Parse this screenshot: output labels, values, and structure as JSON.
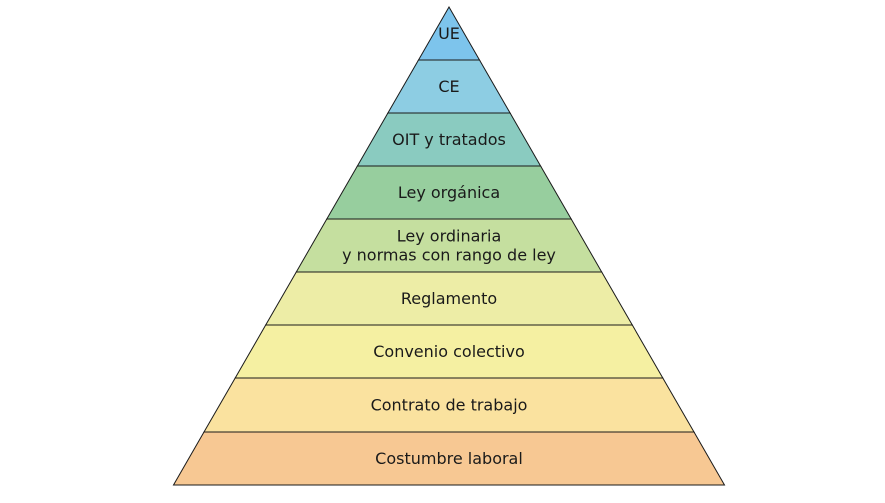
{
  "diagram": {
    "tiers": [
      {
        "lines": [
          "UE"
        ],
        "color": "#7DC4EC"
      },
      {
        "lines": [
          "CE"
        ],
        "color": "#8DCDE3"
      },
      {
        "lines": [
          "OIT y tratados"
        ],
        "color": "#8ACBC0"
      },
      {
        "lines": [
          "Ley orgánica"
        ],
        "color": "#97CE9E"
      },
      {
        "lines": [
          "Ley ordinaria",
          "y normas con rango de ley"
        ],
        "color": "#C5DF9F"
      },
      {
        "lines": [
          "Reglamento"
        ],
        "color": "#EDEDA6"
      },
      {
        "lines": [
          "Convenio colectivo"
        ],
        "color": "#F5F0A2"
      },
      {
        "lines": [
          "Contrato de trabajo"
        ],
        "color": "#FAE29F"
      },
      {
        "lines": [
          "Costumbre laboral"
        ],
        "color": "#F7C893"
      }
    ]
  }
}
